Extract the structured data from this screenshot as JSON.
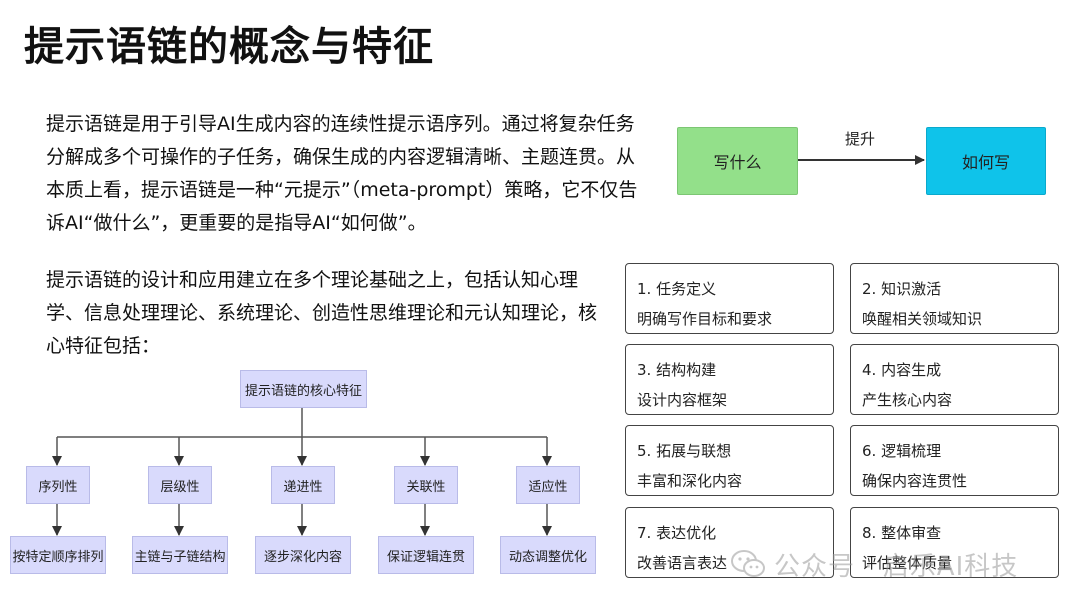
{
  "title": "提示语链的概念与特征",
  "paragraphs": [
    "提示语链是用于引导AI生成内容的连续性提示语序列。通过将复杂任务分解成多个可操作的子任务，确保生成的内容逻辑清晰、主题连贯。从本质上看，提示语链是一种“元提示”（meta-prompt）策略，它不仅告诉AI“做什么”，更重要的是指导AI“如何做”。",
    "提示语链的设计和应用建立在多个理论基础之上，包括认知心理学、信息处理理论、系统理论、创造性思维理论和元认知理论，核心特征包括："
  ],
  "flow": {
    "from": "写什么",
    "to": "如何写",
    "arrow_label": "提升"
  },
  "tree": {
    "root": "提示语链的核心特征",
    "features": [
      {
        "name": "序列性",
        "detail": "按特定顺序排列"
      },
      {
        "name": "层级性",
        "detail": "主链与子链结构"
      },
      {
        "name": "递进性",
        "detail": "逐步深化内容"
      },
      {
        "name": "关联性",
        "detail": "保证逻辑连贯"
      },
      {
        "name": "适应性",
        "detail": "动态调整优化"
      }
    ]
  },
  "steps": [
    {
      "title": "1. 任务定义",
      "desc": "明确写作目标和要求"
    },
    {
      "title": "2. 知识激活",
      "desc": "唤醒相关领域知识"
    },
    {
      "title": "3. 结构构建",
      "desc": "设计内容框架"
    },
    {
      "title": "4. 内容生成",
      "desc": "产生核心内容"
    },
    {
      "title": "5. 拓展与联想",
      "desc": "丰富和深化内容"
    },
    {
      "title": "6. 逻辑梳理",
      "desc": "确保内容连贯性"
    },
    {
      "title": "7. 表达优化",
      "desc": "改善语言表达"
    },
    {
      "title": "8. 整体审查",
      "desc": "评估整体质量"
    }
  ],
  "watermark": "公众号 · 启乐AI科技",
  "colors": {
    "flow_from": "#93e08a",
    "flow_to": "#0fc3ea",
    "tree_box": "#d9dafc"
  }
}
